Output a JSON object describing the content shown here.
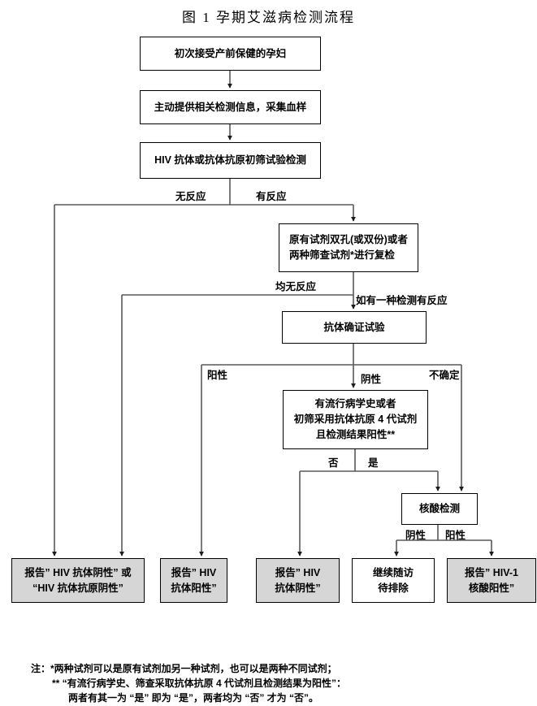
{
  "title": "图 1  孕期艾滋病检测流程",
  "colors": {
    "box_border": "#000000",
    "result_box_fill": "#d6d6d6",
    "connector": "#595959"
  },
  "nodes": {
    "start": {
      "text": "初次接受产前保健的孕妇"
    },
    "provide_info": {
      "text": "主动提供相关检测信息，采集血样"
    },
    "initial_screening": {
      "text": "HIV 抗体或抗体抗原初筛试验检测"
    },
    "recheck": {
      "text": "原有试剂双孔(或双份)或者\n两种筛查试剂*进行复检"
    },
    "antibody_confirm": {
      "text": "抗体确证试验"
    },
    "epidemiology": {
      "text": "有流行病学史或者\n初筛采用抗体抗原 4 代试剂\n且检测结果阳性**"
    },
    "nat": {
      "text": "核酸检测"
    },
    "report_ab_negative_or_agneg": {
      "text": "报告” HIV 抗体阴性” 或\n“HIV 抗体抗原阴性”"
    },
    "report_ab_positive": {
      "text": "报告” HIV\n抗体阳性”"
    },
    "report_ab_negative": {
      "text": "报告” HIV\n抗体阴性”"
    },
    "follow_up": {
      "text": "继续随访\n待排除"
    },
    "report_nat_positive": {
      "text": "报告” HIV-1\n核酸阳性”"
    }
  },
  "edge_labels": {
    "no_reaction": "无反应",
    "reaction": "有反应",
    "both_no_reaction": "均无反应",
    "one_reactive": "如有一种检测有反应",
    "positive": "阳性",
    "negative": "阴性",
    "indeterminate": "不确定",
    "no": "否",
    "yes": "是",
    "nat_negative": "阴性",
    "nat_positive": "阳性"
  },
  "notes": {
    "line1": "注：*两种试剂可以是原有试剂加另一种试剂，也可以是两种不同试剂；",
    "line2": "** “有流行病学史、筛查采取抗体抗原 4 代试剂且检测结果为阳性”：",
    "line3": "两者有其一为 “是” 即为 “是”，两者均为 “否” 才为 “否”。"
  }
}
